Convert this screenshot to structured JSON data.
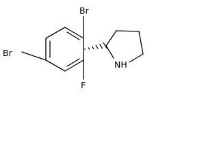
{
  "structure": {
    "atoms": {
      "br_top": "Br",
      "br_left": "Br",
      "fluorine": "F",
      "nh": "NH"
    },
    "stereo_bond": "hashed-wedge"
  }
}
